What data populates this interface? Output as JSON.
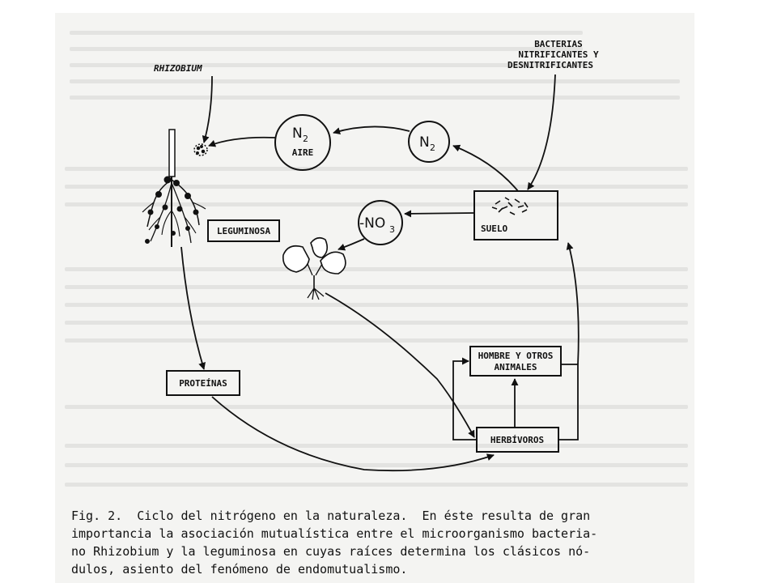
{
  "labels": {
    "bacteria_line1": "BACTERIAS",
    "bacteria_line2": "NITRIFICANTES Y",
    "bacteria_line3": "DESNITRIFICANTES",
    "rhizobium": "RHIZOBIUM",
    "n2_formula": "N",
    "n2_subscript": "2",
    "aire": "AIRE",
    "n2_right_formula": "N",
    "n2_right_subscript": "2",
    "nitrate_formula": "-NO",
    "nitrate_subscript": "3",
    "suelo": "SUELO",
    "leguminosa": "LEGUMINOSA",
    "proteinas": "PROTEÍNAS",
    "hombre_line1": "HOMBRE Y OTROS",
    "hombre_line2": "ANIMALES",
    "herbivoros": "HERBÍVOROS"
  },
  "caption": {
    "line1": "Fig. 2.  Ciclo del nitrógeno en la naturaleza.  En éste resulta de gran",
    "line2": "importancia la asociación mutualística entre el microorganismo bacteria-",
    "line3": "no Rhizobium y la leguminosa en cuyas raíces determina los clásicos nó-",
    "line4": "dulos, asiento del fenómeno de endomutualismo."
  }
}
